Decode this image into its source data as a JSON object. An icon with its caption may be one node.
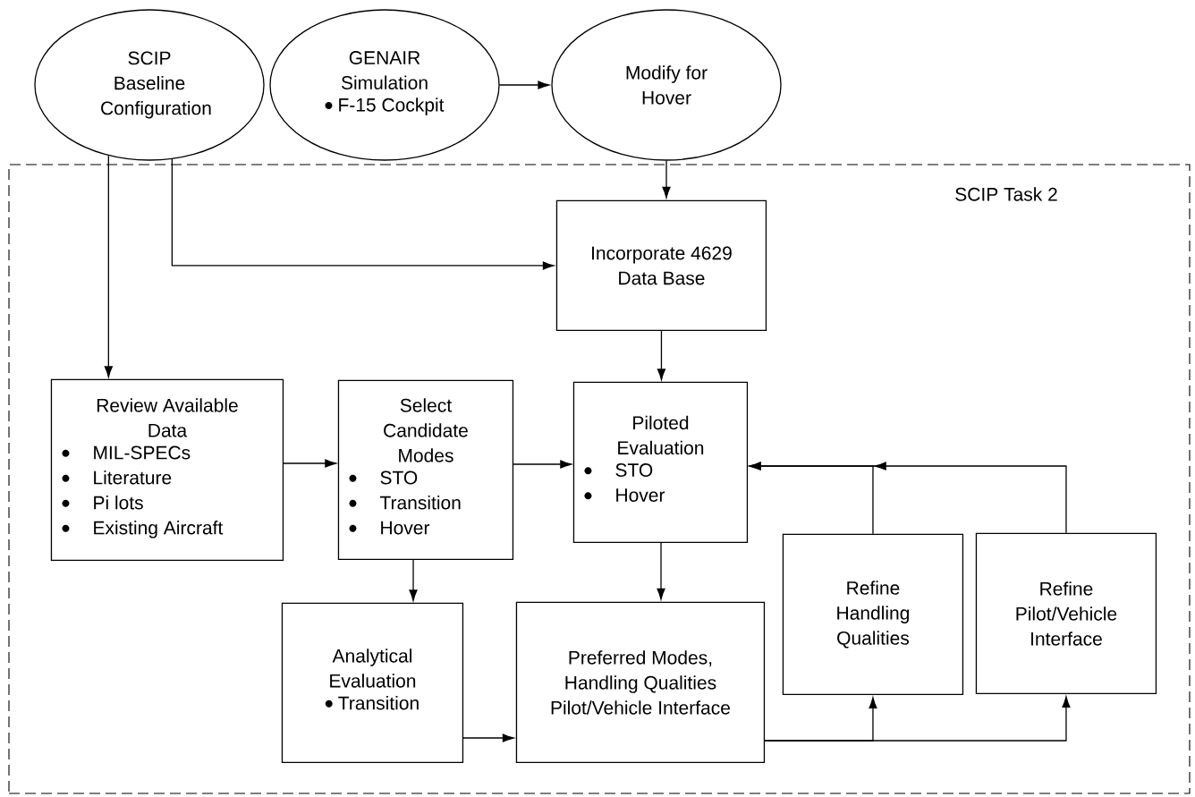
{
  "diagram": {
    "nodes": [
      {
        "text": [
          "SCIP Baseline Configuration"
        ]
      },
      {
        "text": [
          "GENAIR Simulation",
          "F-15 Cockpit"
        ]
      },
      {
        "text": [
          "Modify for Hover"
        ]
      },
      {
        "text": [
          "SCIP Task 2"
        ]
      },
      {
        "text": [
          "Incorporate 4629 Data Base"
        ],
        "in": 3
      },
      {
        "text": [
          "Review Available Data",
          "MIL-SPECs",
          "Literature",
          "Pi lots",
          "Existing Aircraft"
        ],
        "in": 3
      },
      {
        "text": [
          "Select Candidate Modes",
          "STO",
          "Transition",
          "Hover"
        ],
        "in": 3
      },
      {
        "text": [
          "Piloted Evaluation",
          "STO",
          "Hover"
        ],
        "in": 3
      },
      {
        "text": [
          "Analytical Evaluation",
          "Transition"
        ],
        "in": 3
      },
      {
        "text": [
          "Preferred Modes, Handling Qualities Pilot/Vehicle Interface"
        ],
        "in": 3
      },
      {
        "text": [
          "Refine Handling Qualities"
        ],
        "in": 3
      },
      {
        "text": [
          "Refine Pilot/Vehicle Interface"
        ],
        "in": 3
      }
    ],
    "edges": [
      {
        "from": 1,
        "to": 2,
        "arrow": "to"
      },
      {
        "from": 2,
        "to": 4,
        "arrow": "to"
      },
      {
        "from": 0,
        "to": 5,
        "arrow": "to"
      },
      {
        "from": 0,
        "to": 4,
        "arrow": "to"
      },
      {
        "from": 5,
        "to": 6,
        "arrow": "to"
      },
      {
        "from": 6,
        "to": 7,
        "arrow": "to"
      },
      {
        "from": 4,
        "to": 7,
        "arrow": "to"
      },
      {
        "from": 6,
        "to": 8,
        "arrow": "to"
      },
      {
        "from": 7,
        "to": 9,
        "arrow": "to"
      },
      {
        "from": 8,
        "to": 9,
        "arrow": "to"
      },
      {
        "from": 9,
        "to": 10,
        "arrow": "to"
      },
      {
        "from": 9,
        "to": 11,
        "arrow": "to"
      },
      {
        "from": 10,
        "to": 7,
        "arrow": "to"
      },
      {
        "from": 11,
        "to": 7,
        "arrow": "to"
      }
    ]
  }
}
